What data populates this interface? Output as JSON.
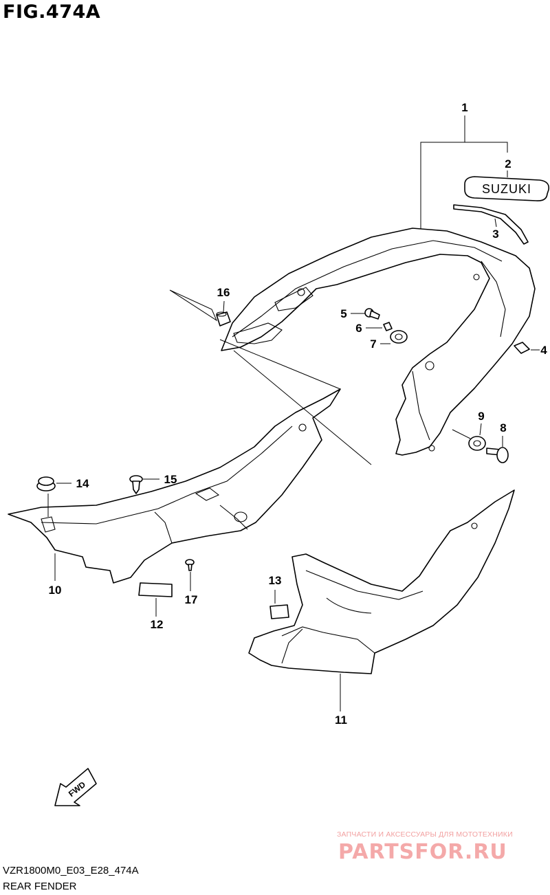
{
  "figure": {
    "title": "FIG.474A"
  },
  "callouts": {
    "c1": "1",
    "c2": "2",
    "c3": "3",
    "c4": "4",
    "c5": "5",
    "c6": "6",
    "c7": "7",
    "c8": "8",
    "c9": "9",
    "c10": "10",
    "c11": "11",
    "c12": "12",
    "c13": "13",
    "c14": "14",
    "c15": "15",
    "c16": "16",
    "c17": "17"
  },
  "emblem": {
    "text": "SUZUKI"
  },
  "fwd": {
    "text": "FWD"
  },
  "footer": {
    "code": "VZR1800M0_E03_E28_474A",
    "name": "REAR FENDER"
  },
  "watermark": {
    "tagline": "ЗАПЧАСТИ И АКСЕССУАРЫ ДЛЯ МОТОТЕХНИКИ",
    "brand": "PARTSFOR.RU"
  }
}
